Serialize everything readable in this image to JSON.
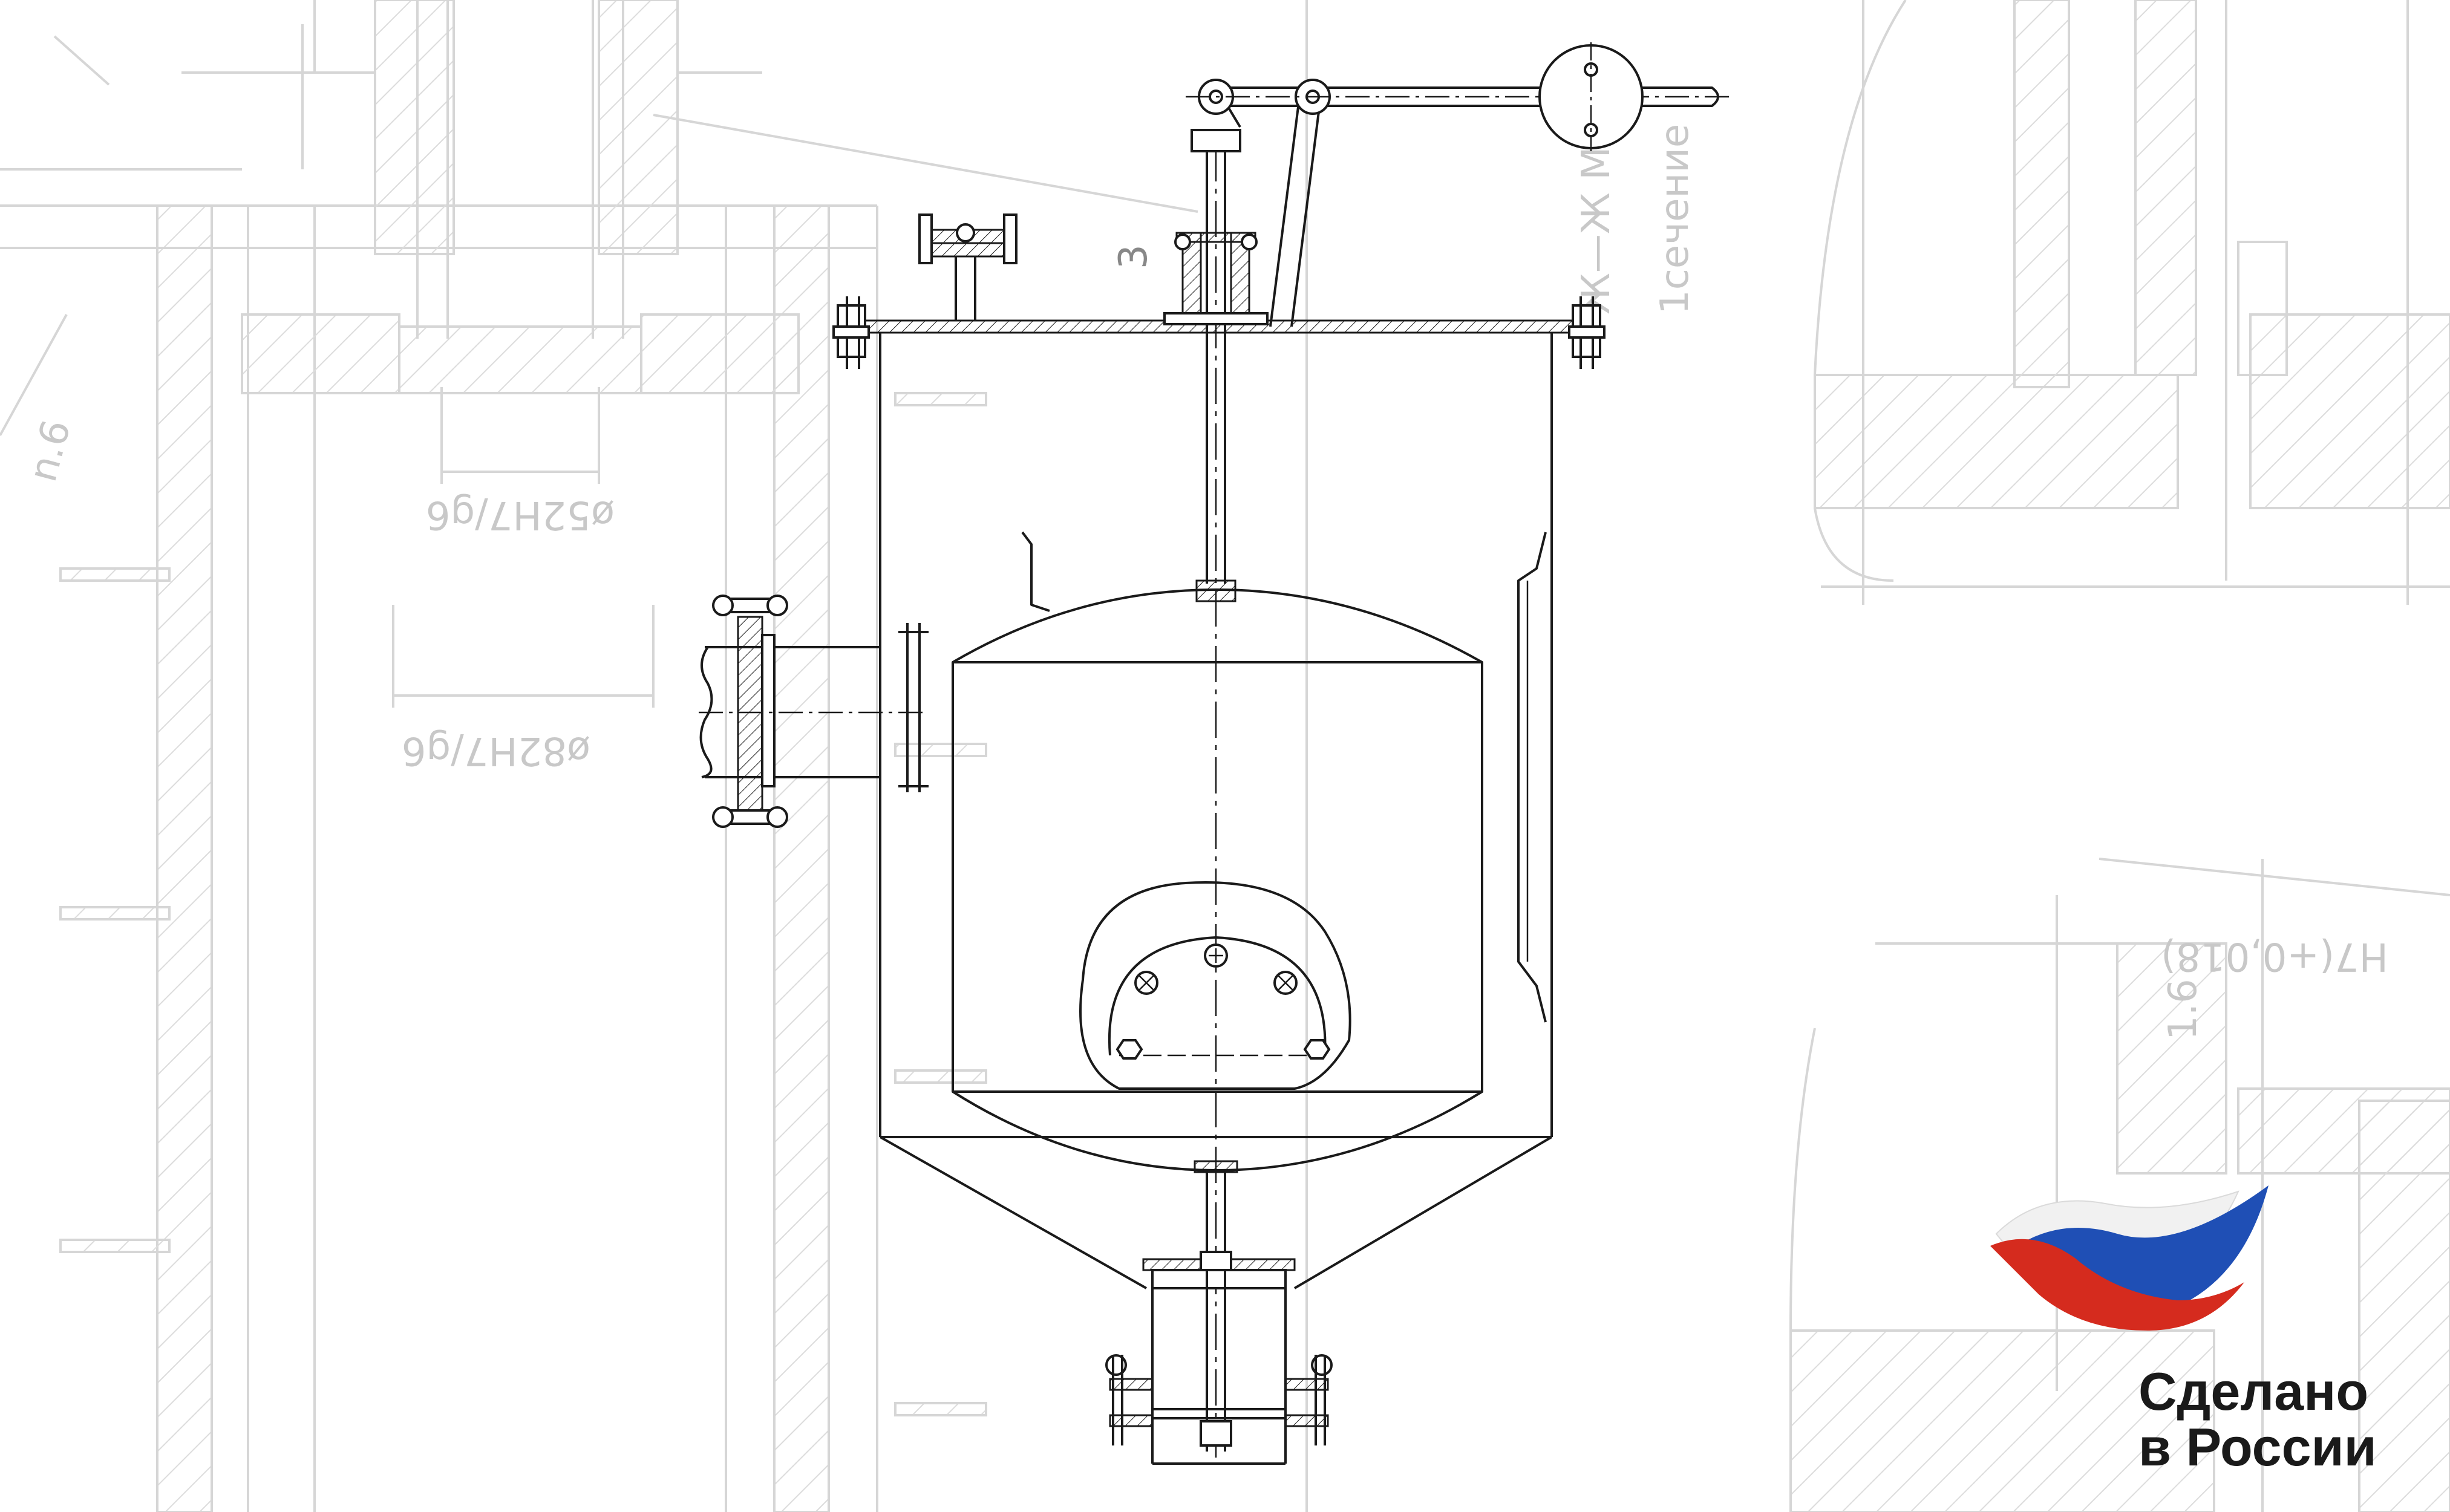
{
  "background_annotations": {
    "dim_52": "ø52H7/g6",
    "dim_82": "ø82H7/g6",
    "tolerance": "H7(+0,018)",
    "roughness_left": "n.6",
    "roughness_right": "1.6",
    "scale_note": "Ж—Ж М1:2",
    "section_note": "1сечение",
    "small_mark": "3"
  },
  "badge": {
    "line1": "Сделано",
    "line2": "в России",
    "colors": {
      "white": "#ffffff",
      "blue": "#1f4fb5",
      "red": "#d52b1e"
    }
  },
  "colors": {
    "drawing": "#1a1a1a",
    "background_lines": "#d6d6d6"
  },
  "icons": {
    "badge_logo": "russian-flag-wave-icon"
  }
}
